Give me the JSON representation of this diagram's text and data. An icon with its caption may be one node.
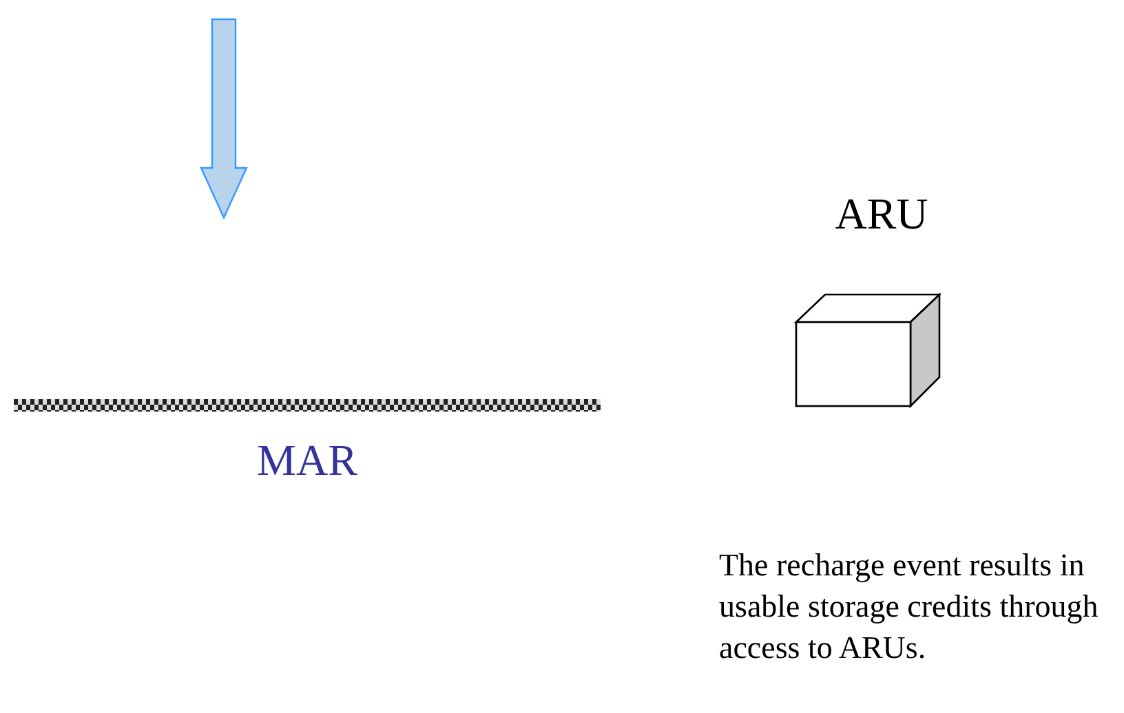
{
  "diagram": {
    "nodes": [
      {
        "text": [
          "MAR"
        ]
      },
      {
        "text": [
          "ARU"
        ]
      }
    ],
    "labels": [
      "The recharge event results in usable storage credits through access to ARUs."
    ]
  }
}
